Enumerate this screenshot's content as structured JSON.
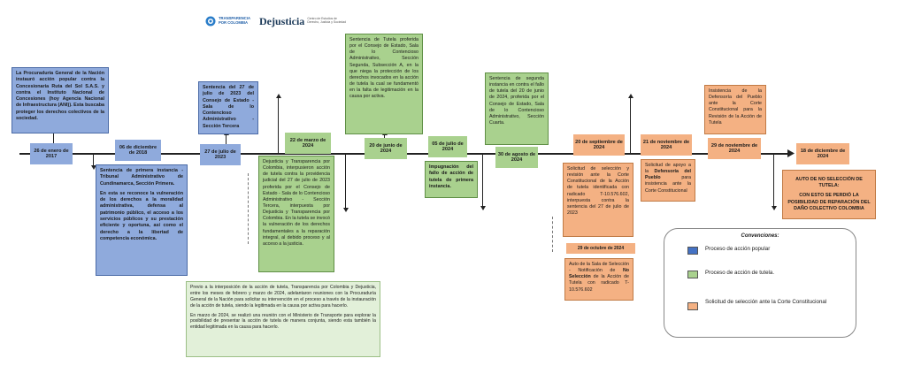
{
  "logos": {
    "tp_line1": "TRANSPARENCIA",
    "tp_line2": "POR COLOMBIA",
    "dejusticia": "Dejusticia",
    "dejusticia_sub": "Centro de Estudios de Derecho, Justicia y Sociedad"
  },
  "dates": {
    "d1": "26 de enero de 2017",
    "d2": "06 de diciembre de 2018",
    "d3": "27 de julio de 2023",
    "d4": "22 de marzo de 2024",
    "d5": "20 de junio de 2024",
    "d6": "05 de julio de 2024",
    "d7": "30 de agosto de 2024",
    "d8": "20 de septiembre de 2024",
    "d9": "21 de noviembre de 2024",
    "d10": "29 de noviembre de 2024",
    "d11": "18 de diciembre de 2024",
    "d12": "29 de octubre de 2024"
  },
  "boxes": {
    "procuraduria": "La Procuraduría General de la Nación instauró acción popular contra la Concesionaria Ruta del Sol S.A.S. y contra el Instituto Nacional de Concesiones (hoy Agencia Nacional de Infraestructura (ANI)). Esta buscaba proteger los derechos colectivos de la sociedad.",
    "sentencia_2018_title": "Sentencia de primera instancia - Tribunal Administrativo de Cundinamarca, Sección Primera.",
    "sentencia_2018_body": "En esta se reconoce la vulneración de los derechos a la moralidad administrativa, defensa al patrimonio público, el acceso a los servicios públicos y su prestación eficiente y oportuna, así como el derecho a la libertad de competencia económica.",
    "sentencia_2023": "Sentencia del 27 de julio de 2023 del Consejo de Estado - Sala de lo Contencioso Administrativo - Sección Tercera",
    "tutela_marzo": "Dejusticia y Transparencia por Colombia, interpusieron acción de tutela contra la providencia judicial del 27 de julio de 2023 proferida por el Consejo de Estado - Sala de lo Contencioso Administrativo - Sección Tercera, interpuesta por Dejusticia y Transparencia por Colombia. En la tutela se invocó la vulneración de los derechos fundamentales a la reparación integral, al debido proceso y al acceso a la justicia.",
    "sentencia_tutela_junio": "Sentencia de Tutela proferida por el Consejo de Estado, Sala de lo Contencioso Administrativo, Sección Segunda, Subsección A, en la que niega la protección de los derechos invocados en la acción de tutela la cual se fundamentó en la falta de legitimación en la causa por activa.",
    "impugnacion": "Impugnación del fallo de acción de tutela de primera instancia.",
    "segunda_instancia": "Sentencia de segunda instancia en contra el fallo de tutela del 20 de junio de 2024, proferida por el Consejo de Estado, Sala de lo Contencioso Administrativo, Sección Cuarta.",
    "solicitud_seleccion": "Solicitud de selección y revisión ante la Corte Constitucional de la Acción de tutela identificada con radicado T-10.576.602, interpuesta contra la sentencia del 27 de julio de 2023",
    "auto_sala_pre": "Auto de la Sala de Selección - Notificación de ",
    "auto_sala_bold": "No Selección",
    "auto_sala_post": " de la Acción de Tutela con radicado T-10.576.602",
    "apoyo_pre": "Solicitud de apoyo a la ",
    "apoyo_bold": "Defensoría del Pueblo",
    "apoyo_post": " para insistencia ante la Corte Constitucional",
    "insistencia": "Insistencia de la Defensoría del Pueblo ante la Corte Constitucional para la Revisión de la Acción de Tutela",
    "auto_final_1": "AUTO DE NO SELECCIÓN DE TUTELA:",
    "auto_final_2": "CON ESTO SE PERDIÓ LA POSIBILIDAD DE REPARACIÓN DEL DAÑO COLECTIVO COLOMBIA",
    "nota_p1": "Previo a la interposición de la acción de tutela, Transparencia por Colombia y Dejusticia, entre los meses de febrero y marzo de 2024, adelantaron reuniones con la Procuraduría General de la Nación para solicitar su intervención en el proceso a través de la instauración de la acción de tutela, siendo la legitimada en la causa por activa para hacerlo.",
    "nota_p2": "En marzo de 2024, se realizó una reunión con el Ministerio de Transporte para explorar la posibilidad de presentar la acción de tutela de manera conjunta, siendo esta también la entidad legitimada en la causa para hacerlo."
  },
  "legend": {
    "title": "Convenciones:",
    "items": [
      {
        "label": "Proceso de acción popular",
        "color": "#4472c4"
      },
      {
        "label": "Proceso de acción de tutela.",
        "color": "#a9d18e"
      },
      {
        "label": "Solicitud de selección ante la Corte Constitucional",
        "color": "#f4b183"
      }
    ]
  },
  "colors": {
    "popular": "#8faadc",
    "tutela": "#a9d18e",
    "seleccion": "#f4b183",
    "note": "#e2f0d9"
  }
}
